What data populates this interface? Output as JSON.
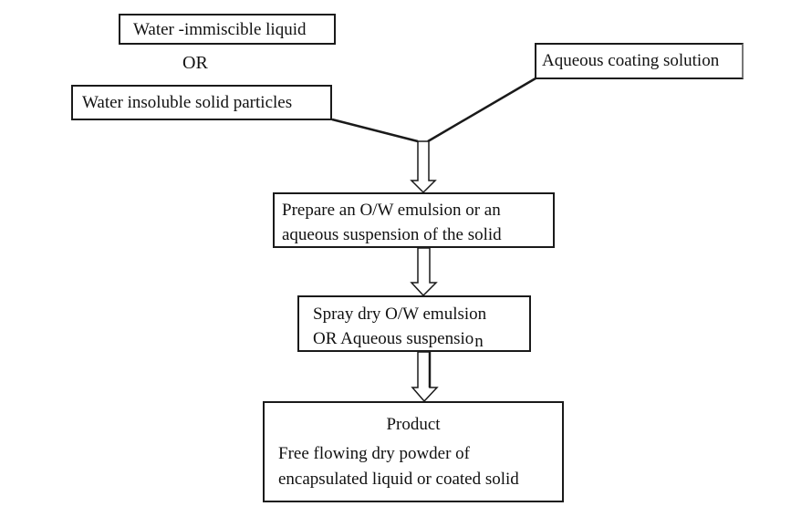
{
  "diagram": {
    "type": "flowchart",
    "inputs": {
      "liquid_box": "Water -immiscible liquid",
      "or_label": "OR",
      "solid_box": "Water insoluble solid particles",
      "coating_box": "Aqueous coating solution"
    },
    "steps": [
      {
        "id": "prepare",
        "lines": [
          "Prepare an O/W emulsion or an",
          "aqueous suspension of the solid"
        ]
      },
      {
        "id": "spray",
        "lines": [
          "Spray dry O/W emulsion",
          "OR Aqueous suspensio",
          "n"
        ]
      },
      {
        "id": "product",
        "title": "Product",
        "lines": [
          "Free flowing dry powder of",
          "encapsulated liquid or coated solid"
        ]
      }
    ],
    "edges": [
      {
        "from": "solid_box",
        "to": "merge-point",
        "style": "line"
      },
      {
        "from": "coating_box",
        "to": "merge-point",
        "style": "line"
      },
      {
        "from": "merge-point",
        "to": "prepare",
        "style": "block-arrow"
      },
      {
        "from": "prepare",
        "to": "spray",
        "style": "block-arrow"
      },
      {
        "from": "spray",
        "to": "product",
        "style": "block-arrow"
      }
    ],
    "colors": {
      "stroke": "#1a1a1a",
      "background": "#ffffff",
      "text": "#111111"
    }
  }
}
